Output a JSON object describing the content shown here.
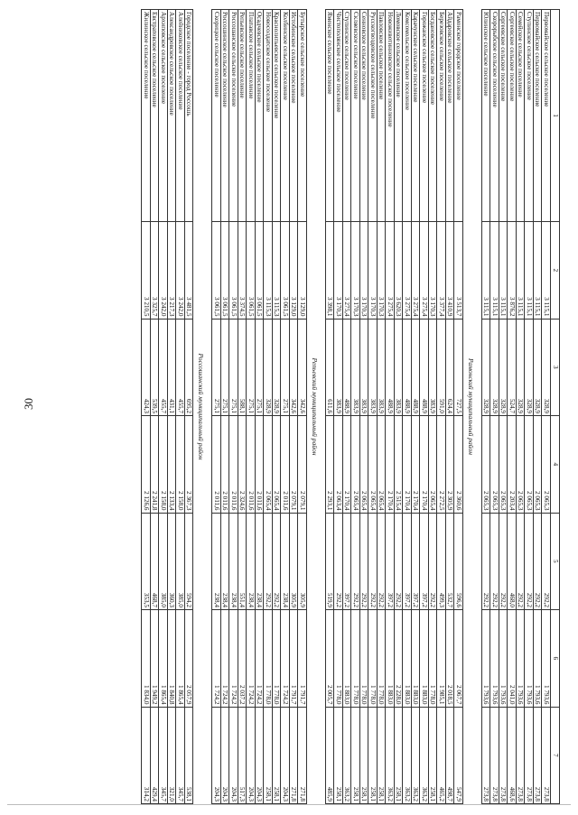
{
  "page_number": "30",
  "header": [
    "1",
    "2",
    "3",
    "4",
    "5",
    "6",
    "7"
  ],
  "groups": [
    {
      "title": "",
      "rows": [
        [
          "Первомайское сельское поселение",
          "3 115,1",
          "328,9",
          "2 065,3",
          "292,2",
          "1 793,6",
          "273,8"
        ],
        [
          "Первомайское сельское поселение",
          "3 115,1",
          "328,9",
          "2 065,3",
          "292,2",
          "1 793,6",
          "273,8"
        ],
        [
          "Ступинское сельское поселение",
          "3 115,1",
          "328,9",
          "2 065,3",
          "292,2",
          "1 793,6",
          "273,8"
        ],
        [
          "Семейское сельское поселение",
          "3 115,1",
          "328,9",
          "2 065,3",
          "292,2",
          "1 793,6",
          "273,8"
        ],
        [
          "Сергеевское сельское поселение",
          "3 876,2",
          "524,7",
          "2 203,4",
          "468,0",
          "2 041,0",
          "468,6"
        ],
        [
          "Сергеевское сельское поселение",
          "3 115,1",
          "328,9",
          "2 065,3",
          "292,2",
          "1 793,6",
          "273,8"
        ],
        [
          "Скорорыбское сельское поселение",
          "3 115,1",
          "328,9",
          "2 065,3",
          "292,2",
          "1 793,6",
          "273,8"
        ],
        [
          "Юлинское сельское поселение",
          "3 115,1",
          "328,9",
          "2 065,3",
          "292,2",
          "1 793,6",
          "273,8"
        ]
      ]
    },
    {
      "title": "Рамонский муниципальный район",
      "rows": [
        [
          "Рамонское городское поселение",
          "3 513,7",
          "727,5",
          "2 360,6",
          "596,6",
          "2 067,7",
          "547,9"
        ],
        [
          "Айдаровское сельское поселение",
          "3 410,9",
          "624,4",
          "2 305,9",
          "532,7",
          "2 018,5",
          "498,7"
        ],
        [
          "Березовское сельское поселение",
          "3 377,4",
          "591,0",
          "2 272,5",
          "499,3",
          "1 985,1",
          "465,2"
        ],
        [
          "Богдановское сельское поселение",
          "3 170,3",
          "383,9",
          "2 065,4",
          "292,2",
          "1 778,0",
          "258,1"
        ],
        [
          "Горожанское сельское поселение",
          "3 275,4",
          "488,9",
          "2 170,4",
          "397,2",
          "1 883,0",
          "363,2"
        ],
        [
          "Карачунское сельское поселение",
          "3 275,4",
          "488,9",
          "2 170,4",
          "397,2",
          "1 883,0",
          "363,2"
        ],
        [
          "Комсомольское сельское поселение",
          "3 275,4",
          "488,9",
          "2 170,4",
          "397,2",
          "1 883,0",
          "363,2"
        ],
        [
          "Ломовское сельское поселение",
          "3 620,3",
          "383,9",
          "2 515,4",
          "292,2",
          "2 228,0",
          "258,1"
        ],
        [
          "Новоживотинновское сельское поселение",
          "3 275,4",
          "488,9",
          "2 170,4",
          "397,2",
          "1 883,0",
          "363,2"
        ],
        [
          "Павловское сельское поселение",
          "3 170,3",
          "383,9",
          "2 065,4",
          "292,2",
          "1 778,0",
          "258,1"
        ],
        [
          "Русскогвоздевское сельское поселение",
          "3 170,3",
          "383,9",
          "2 065,4",
          "292,2",
          "1 778,0",
          "258,1"
        ],
        [
          "Сенновское сельское поселение",
          "3 170,3",
          "383,9",
          "2 065,4",
          "292,2",
          "1 778,0",
          "258,1"
        ],
        [
          "Скляевское сельское поселение",
          "3 170,3",
          "383,9",
          "2 065,4",
          "292,2",
          "1 778,0",
          "258,1"
        ],
        [
          "Ступинское сельское поселение",
          "3 275,4",
          "488,9",
          "2 170,4",
          "397,2",
          "1 883,0",
          "363,2"
        ],
        [
          "Чистополянское сельское поселение",
          "3 170,3",
          "383,9",
          "2 063,4",
          "292,2",
          "1 778,0",
          "258,1"
        ],
        [
          "Яменское сельское поселение",
          "3 398,1",
          "611,6",
          "2 293,1",
          "519,9",
          "2 005,7",
          "485,9"
        ]
      ]
    },
    {
      "title": "Репьевский муниципальный район",
      "rows": [
        [
          "Бутырское сельское поселение",
          "3 129,0",
          "342,6",
          "2 079,1",
          "305,9",
          "1 791,7",
          "271,8"
        ],
        [
          "Истобинское сельское поселение",
          "3 129,0",
          "342,6",
          "2 079,1",
          "305,9",
          "1 791,7",
          "271,8"
        ],
        [
          "Колбинское сельское поселение",
          "3 061,5",
          "275,1",
          "2 011,6",
          "238,4",
          "1 724,2",
          "204,3"
        ],
        [
          "Краснолипьевское сельское поселение",
          "3 115,3",
          "328,9",
          "2 065,4",
          "292,2",
          "1 778,0",
          "258,1"
        ],
        [
          "Новосолдатское сельское поселение",
          "3 115,3",
          "328,9",
          "2 065,4",
          "292,2",
          "1 778,0",
          "258,1"
        ],
        [
          "Осадчевское сельское поселение",
          "3 061,5",
          "275,1",
          "2 011,6",
          "238,4",
          "1 724,2",
          "204,3"
        ],
        [
          "Платавское сельское поселение",
          "3 061,5",
          "275,1",
          "2 011,6",
          "238,4",
          "1 724,2",
          "204,3"
        ],
        [
          "Репьевское сельское поселение",
          "3 374,5",
          "588,1",
          "2 324,6",
          "551,4",
          "2 037,2",
          "517,3"
        ],
        [
          "Россошанское сельское поселение",
          "3 061,5",
          "275,1",
          "2 011,6",
          "238,4",
          "1 724,2",
          "204,3"
        ],
        [
          "Россошинское сельское поселение",
          "3 061,5",
          "275,1",
          "2 011,6",
          "238,4",
          "1 724,2",
          "204,3"
        ],
        [
          "Скорицкое сельское поселение",
          "3 061,5",
          "275,1",
          "2 011,6",
          "238,4",
          "1 724,2",
          "204,3"
        ]
      ]
    },
    {
      "title": "Россошанский муниципальный район",
      "rows": [
        [
          "Городское поселение - город Россошь",
          "3 481,5",
          "695,2",
          "2 367,3",
          "594,2",
          "2 057,9",
          "538,1"
        ],
        [
          "Алейниковское сельское поселение",
          "3 242,0",
          "455,7",
          "2 158,0",
          "385,0",
          "1 865,4",
          "345,7"
        ],
        [
          "Александровское сельское поселение",
          "3 217,3",
          "431,1",
          "2 133,4",
          "360,3",
          "1 840,8",
          "321,0"
        ],
        [
          "Архиповское сельское поселение",
          "3 242,0",
          "455,7",
          "2 158,0",
          "385,0",
          "1 865,4",
          "345,7"
        ],
        [
          "Евстратовское сельское поселение",
          "3 325,7",
          "539,5",
          "2 241,8",
          "468,7",
          "1 949,2",
          "429,4"
        ],
        [
          "Жилинское сельское поселение",
          "3 210,5",
          "424,3",
          "2 126,6",
          "353,5",
          "1 834,0",
          "314,2"
        ]
      ]
    }
  ]
}
